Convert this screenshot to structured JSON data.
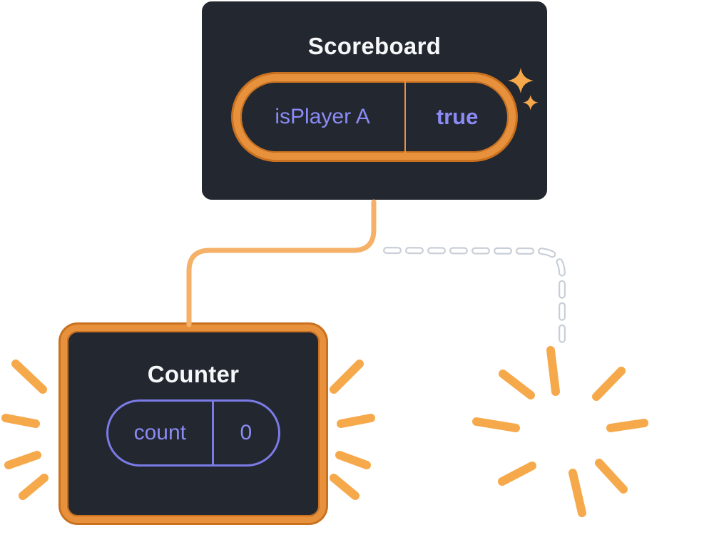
{
  "scoreboard": {
    "title": "Scoreboard",
    "state": {
      "key": "isPlayer A",
      "value": "true"
    }
  },
  "counter": {
    "title": "Counter",
    "state": {
      "key": "count",
      "value": "0"
    }
  },
  "icons": {
    "sparkles": "sparkles-icon",
    "flash_left": "flash-rays-left-icon",
    "flash_right": "flash-rays-right-icon",
    "poof": "poof-burst-icon"
  },
  "colors": {
    "page_bg": "#FFFFFF",
    "card_bg": "#23272F",
    "card_text": "#F6F7F9",
    "state_purple": "#8B8BF6",
    "state_purple_border": "#7B7BE8",
    "highlight_orange": "#E8913C",
    "highlight_orange_dark": "#C9711F",
    "connector_orange": "#F6B168",
    "ray_orange": "#F6A94B",
    "dash_white": "#FFFFFF",
    "dash_casing": "#C9CFD8"
  }
}
